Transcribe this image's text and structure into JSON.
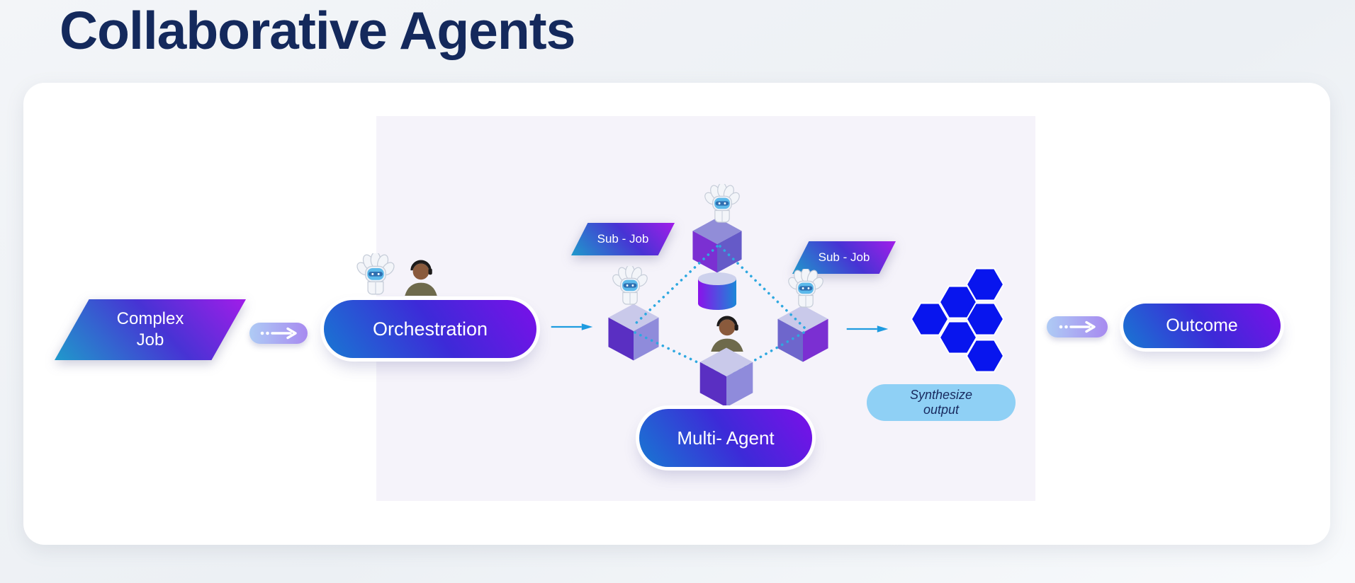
{
  "title": "Collaborative Agents",
  "nodes": {
    "complex_job": {
      "line1": "Complex",
      "line2": "Job"
    },
    "orchestration": {
      "label": "Orchestration"
    },
    "sub_job_left": {
      "label": "Sub - Job"
    },
    "sub_job_right": {
      "label": "Sub - Job"
    },
    "multi_agent": {
      "label": "Multi- Agent"
    },
    "synthesize_output": {
      "line1": "Synthesize",
      "line2": "output"
    },
    "outcome": {
      "label": "Outcome"
    }
  },
  "icons": {
    "orchestrator_bot": "einstein-bot-icon",
    "orchestrator_human": "human-agent-icon",
    "worker_bot": "einstein-bot-icon",
    "center_human": "human-agent-icon",
    "knowledge_store": "database-cylinder-icon",
    "agent_node": "agent-cube-icon",
    "output_cluster": "hexagon-cluster-icon",
    "handoff_arrow": "dotted-arrow-icon",
    "flow_arrow": "flow-arrow-icon"
  },
  "colors": {
    "title_text": "#14295C",
    "pill_gradient": [
      "#1878D2",
      "#3D2AD8",
      "#7B10E9"
    ],
    "parallelogram_gradient": [
      "#1F9ACB",
      "#4733D4",
      "#A11DE9"
    ],
    "arrow_pill_gradient": [
      "#AECBF5",
      "#A78AF0"
    ],
    "hexagon_blue": "#0815EE",
    "flow_arrow_blue": "#1E9BE0",
    "dotted_line_blue": "#2EA8E0",
    "synthesize_bg": "#8FD0F5",
    "synthesize_text": "#18295E",
    "panel_bg": "#F5F3FA",
    "card_bg": "#FFFFFF",
    "cube_top": "#C9C9EA",
    "cube_left": "#5A2FC2",
    "cube_right": "#8F8BDB"
  }
}
